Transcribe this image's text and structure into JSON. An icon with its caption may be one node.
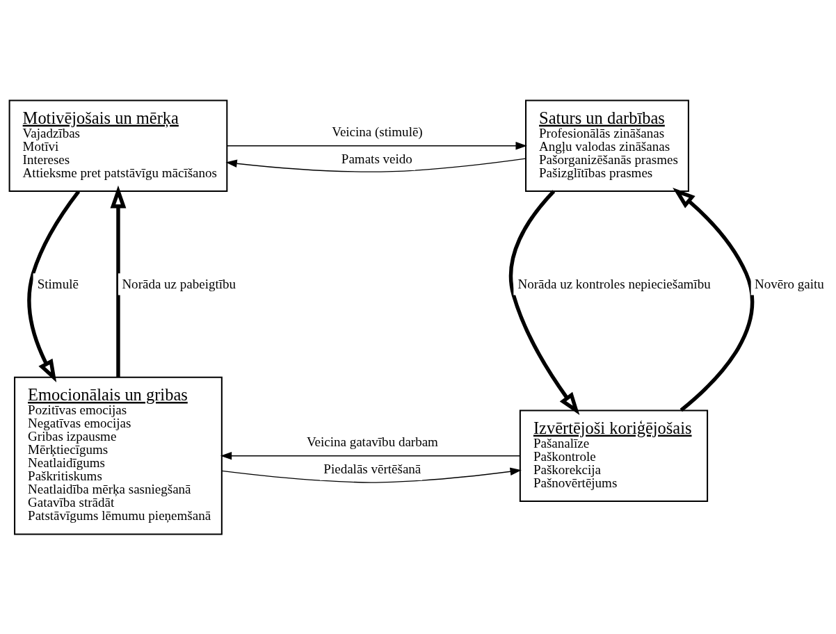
{
  "diagram": {
    "nodes": [
      {
        "text": [
          "Motivējošais un mērķa",
          "Vajadzības",
          "Motīvi",
          "Intereses",
          "Attieksme pret patstāvīgu mācīšanos"
        ]
      },
      {
        "text": [
          "Saturs un darbības",
          "Profesionālās zināšanas",
          "Angļu valodas zināšanas",
          "Pašorganizēšanās prasmes",
          "Pašizglītības prasmes"
        ]
      },
      {
        "text": [
          "Emocionālais un gribas",
          "Pozitīvas emocijas",
          "Negatīvas emocijas",
          "Gribas izpausme",
          "Mērķtiecīgums",
          "Neatlaidīgums",
          "Paškritiskums",
          "Neatlaidība mērķa sasniegšanā",
          "Gatavība strādāt",
          "Patstāvīgums lēmumu pieņemšanā"
        ]
      },
      {
        "text": [
          "Izvērtējoši koriģējošais",
          "Pašanalīze",
          "Paškontrole",
          "Paškorekcija",
          "Pašnovērtējums"
        ]
      }
    ],
    "edges": [
      {
        "from": 0,
        "to": 1,
        "arrow": "to",
        "label": "Veicina (stimulē)"
      },
      {
        "from": 1,
        "to": 0,
        "arrow": "to",
        "label": "Pamats veido"
      },
      {
        "from": 2,
        "to": 0,
        "arrow": "to",
        "label": "Norāda uz pabeigtību",
        "style": "thick"
      },
      {
        "from": 0,
        "to": 2,
        "arrow": "to",
        "label": "Stimulē",
        "style": "thick"
      },
      {
        "from": 3,
        "to": 1,
        "arrow": "to",
        "label": "Novēro gaitu",
        "style": "thick"
      },
      {
        "from": 1,
        "to": 3,
        "arrow": "to",
        "label": "Norāda uz kontroles nepieciešamību",
        "style": "thick"
      },
      {
        "from": 2,
        "to": 3,
        "arrow": "to",
        "label": "Piedalās vērtēšanā"
      },
      {
        "from": 3,
        "to": 2,
        "arrow": "to",
        "label": "Veicina gatavību darbam"
      }
    ]
  }
}
